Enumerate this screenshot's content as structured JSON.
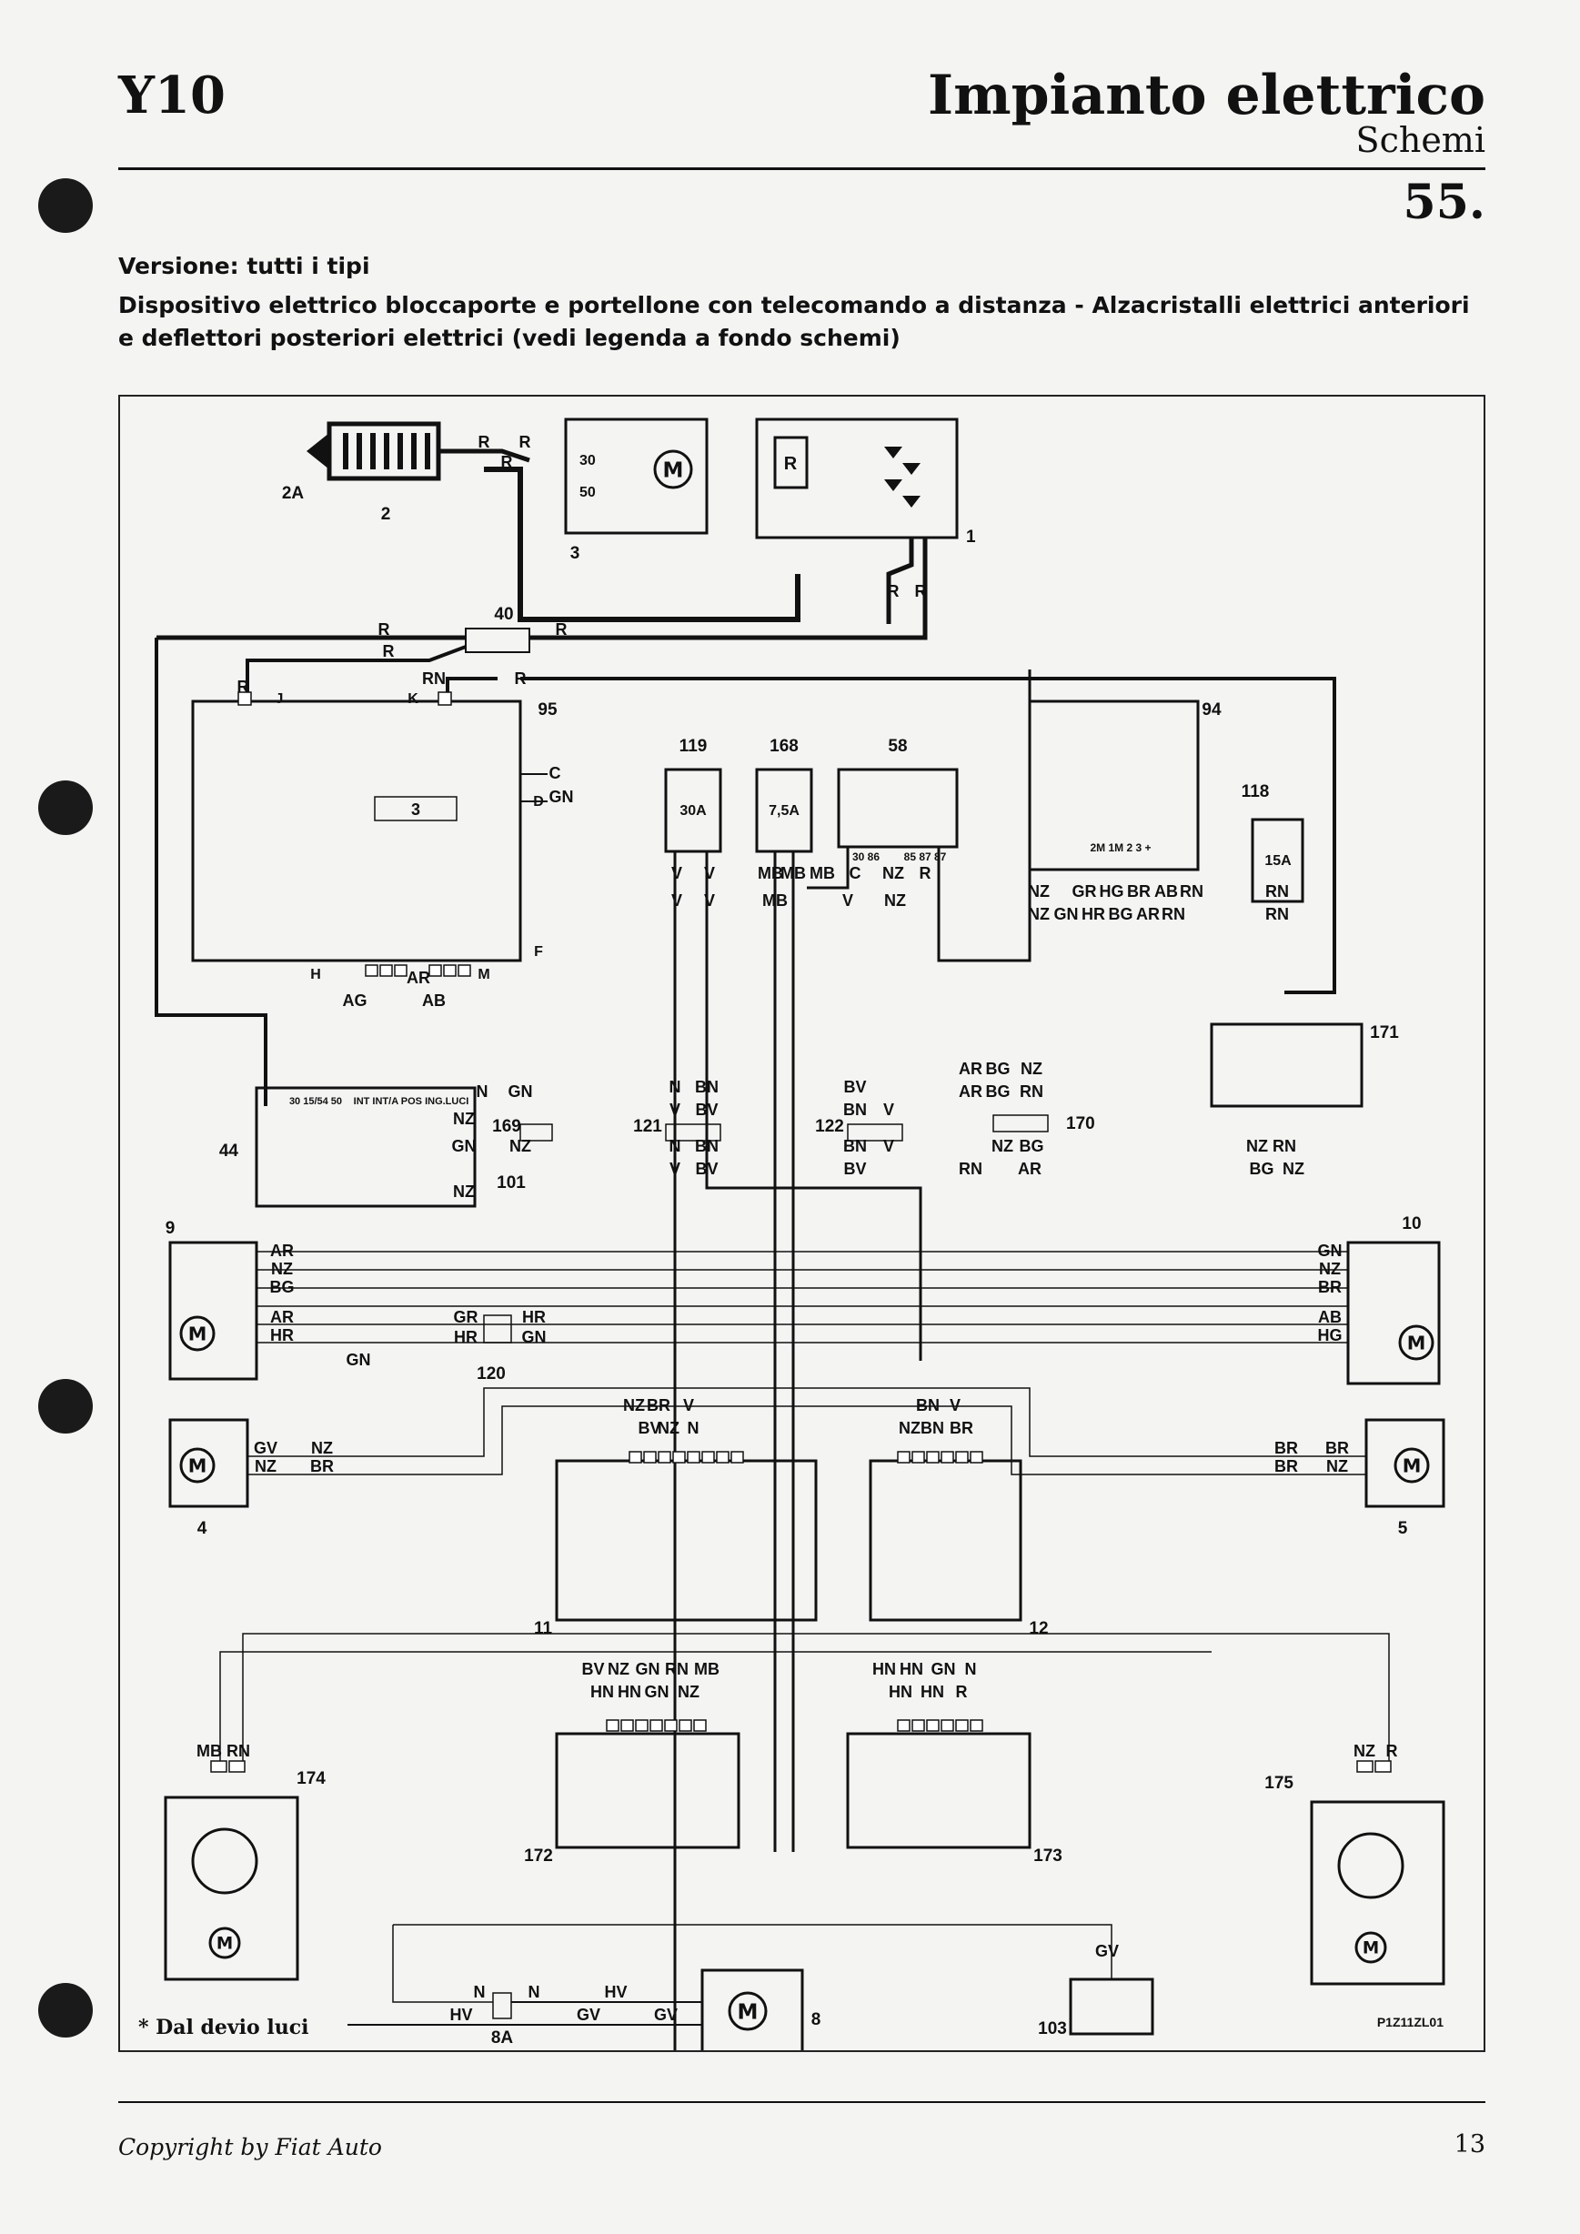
{
  "header": {
    "model": "Y10",
    "title": "Impianto elettrico",
    "subtitle": "Schemi",
    "page_section": "55."
  },
  "intro": {
    "version": "Versione: tutti i tipi",
    "description": "Dispositivo elettrico bloccaporte e portellone con telecomando a distanza - Alzacristalli elettrici anteriori e deflettori posteriori elettrici (vedi legenda a fondo schemi)"
  },
  "diagram": {
    "footnote": "* Dal devio luci",
    "code": "P1Z11ZL01",
    "components": [
      {
        "id": "2A"
      },
      {
        "id": "2"
      },
      {
        "id": "3"
      },
      {
        "id": "1"
      },
      {
        "id": "40"
      },
      {
        "id": "95"
      },
      {
        "id": "119"
      },
      {
        "id": "168"
      },
      {
        "id": "58"
      },
      {
        "id": "94"
      },
      {
        "id": "118"
      },
      {
        "id": "171"
      },
      {
        "id": "44"
      },
      {
        "id": "169"
      },
      {
        "id": "121"
      },
      {
        "id": "122"
      },
      {
        "id": "170"
      },
      {
        "id": "101"
      },
      {
        "id": "9"
      },
      {
        "id": "10"
      },
      {
        "id": "120"
      },
      {
        "id": "4"
      },
      {
        "id": "5"
      },
      {
        "id": "11"
      },
      {
        "id": "12"
      },
      {
        "id": "172"
      },
      {
        "id": "173"
      },
      {
        "id": "174"
      },
      {
        "id": "175"
      },
      {
        "id": "8"
      },
      {
        "id": "8A"
      },
      {
        "id": "103"
      }
    ],
    "fuses": [
      "30A",
      "7,5A",
      "15A"
    ],
    "relay_pins": [
      "30 86",
      "85 87 87"
    ],
    "pins_94": "2M 1M 2 3 +",
    "terminal_44": "30 15/54 50",
    "terminal_44_b": "INT INT/A POS ING.LUCI",
    "markers_95": [
      "J",
      "K",
      "D",
      "F",
      "H",
      "M"
    ],
    "wire_labels": [
      "R",
      "R",
      "R",
      "R",
      "R",
      "R",
      "R",
      "R",
      "RN",
      "R",
      "C",
      "GN",
      "R",
      "AG",
      "AB",
      "AR",
      "V",
      "V",
      "V",
      "V",
      "MB",
      "MB",
      "MB",
      "MB",
      "C",
      "V",
      "NZ",
      "R",
      "NZ",
      "NZ",
      "GR",
      "HG",
      "BR",
      "AB",
      "RN",
      "RN",
      "NZ",
      "GN",
      "HR",
      "BG",
      "AR",
      "RN",
      "RN",
      "N",
      "GN",
      "NZ",
      "NZ",
      "GN",
      "NZ",
      "N",
      "BN",
      "V",
      "BV",
      "N",
      "BN",
      "V",
      "BV",
      "BV",
      "BN",
      "V",
      "BN",
      "V",
      "BV",
      "AR",
      "BG",
      "NZ",
      "AR",
      "BG",
      "RN",
      "NZ",
      "BG",
      "RN",
      "AR",
      "NZ",
      "RN",
      "BG",
      "NZ",
      "AR",
      "NZ",
      "BG",
      "AR",
      "HR",
      "GN",
      "NZ",
      "BR",
      "AB",
      "HG",
      "GR",
      "HR",
      "HR",
      "GN",
      "GN",
      "GV",
      "NZ",
      "NZ",
      "BR",
      "BR",
      "BR",
      "BR",
      "NZ",
      "NZ",
      "BR",
      "V",
      "BV",
      "NZ",
      "N",
      "BN",
      "V",
      "NZ",
      "BN",
      "BR",
      "BV",
      "NZ",
      "GN",
      "RN",
      "MB",
      "HN",
      "HN",
      "GN",
      "NZ",
      "HN",
      "HN",
      "GN",
      "N",
      "HN",
      "HN",
      "R",
      "MB",
      "RN",
      "NZ",
      "R",
      "N",
      "N",
      "HV",
      "HV",
      "GV",
      "GV",
      "GV",
      "N"
    ]
  }
}
